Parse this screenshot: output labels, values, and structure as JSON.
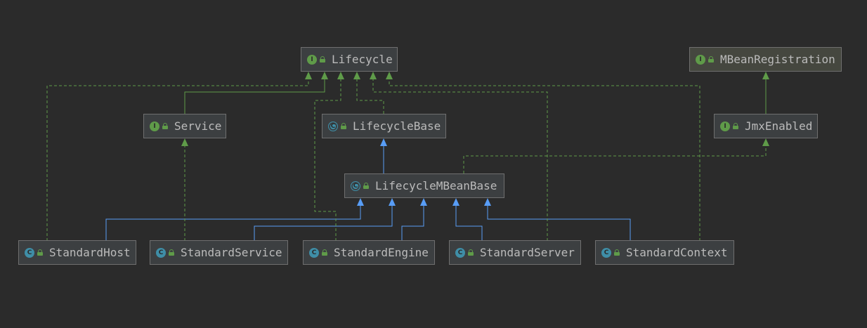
{
  "nodes": {
    "lifecycle": {
      "label": "Lifecycle",
      "kind": "interface",
      "glyph": "I"
    },
    "mbeanregistration": {
      "label": "MBeanRegistration",
      "kind": "interface",
      "glyph": "I"
    },
    "service": {
      "label": "Service",
      "kind": "interface",
      "glyph": "I"
    },
    "lifecyclebase": {
      "label": "LifecycleBase",
      "kind": "abstract-class",
      "glyph": "C"
    },
    "jmxenabled": {
      "label": "JmxEnabled",
      "kind": "interface",
      "glyph": "I"
    },
    "lifecyclembeanbase": {
      "label": "LifecycleMBeanBase",
      "kind": "abstract-class",
      "glyph": "C"
    },
    "standardhost": {
      "label": "StandardHost",
      "kind": "class",
      "glyph": "C"
    },
    "standardservice": {
      "label": "StandardService",
      "kind": "class",
      "glyph": "C"
    },
    "standardengine": {
      "label": "StandardEngine",
      "kind": "class",
      "glyph": "C"
    },
    "standardserver": {
      "label": "StandardServer",
      "kind": "class",
      "glyph": "C"
    },
    "standardcontext": {
      "label": "StandardContext",
      "kind": "class",
      "glyph": "C"
    }
  },
  "relations": [
    {
      "from": "standardhost",
      "to": "lifecyclembeanbase",
      "type": "extends"
    },
    {
      "from": "standardservice",
      "to": "lifecyclembeanbase",
      "type": "extends"
    },
    {
      "from": "standardengine",
      "to": "lifecyclembeanbase",
      "type": "extends"
    },
    {
      "from": "standardserver",
      "to": "lifecyclembeanbase",
      "type": "extends"
    },
    {
      "from": "standardcontext",
      "to": "lifecyclembeanbase",
      "type": "extends"
    },
    {
      "from": "lifecyclembeanbase",
      "to": "lifecyclebase",
      "type": "extends"
    },
    {
      "from": "lifecyclebase",
      "to": "lifecycle",
      "type": "implements"
    },
    {
      "from": "service",
      "to": "lifecycle",
      "type": "extends-interface"
    },
    {
      "from": "jmxenabled",
      "to": "mbeanregistration",
      "type": "extends-interface"
    },
    {
      "from": "lifecyclembeanbase",
      "to": "jmxenabled",
      "type": "implements"
    },
    {
      "from": "standardservice",
      "to": "service",
      "type": "implements"
    },
    {
      "from": "standardhost",
      "to": "lifecycle",
      "type": "implements"
    },
    {
      "from": "standardengine",
      "to": "lifecycle",
      "type": "implements"
    },
    {
      "from": "standardserver",
      "to": "lifecycle",
      "type": "implements"
    },
    {
      "from": "standardcontext",
      "to": "lifecycle",
      "type": "implements"
    }
  ],
  "colors": {
    "background": "#2b2b2b",
    "node_fill": "#3c3f41",
    "node_border": "#6f6f6f",
    "text": "#bbbbbb",
    "extends_line": "#589df6",
    "implements_line": "#5f9b49",
    "interface_badge": "#5f9b49",
    "class_badge": "#3f8ea7"
  }
}
